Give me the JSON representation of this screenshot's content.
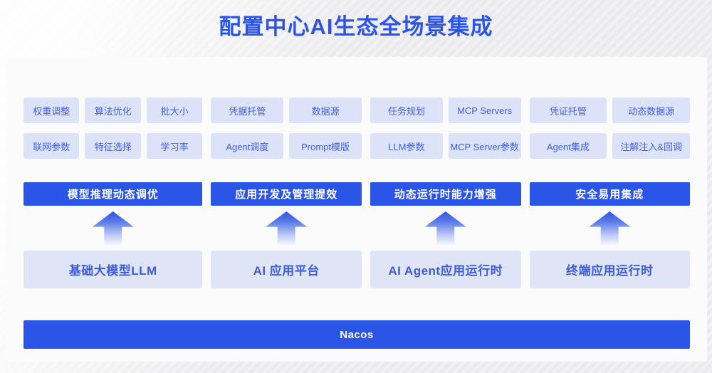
{
  "title": "配置中心AI生态全场景集成",
  "colors": {
    "accent_blue": "#2b55e6",
    "title_blue": "#2b54e8",
    "chip_bg": "#dce2f7",
    "chip_text": "#4160de",
    "base_box_bg": "#dfe4f6",
    "base_box_text": "#3c5dd8",
    "panel_bg": "#fbfbfc",
    "page_bg": "#ededee"
  },
  "columns": [
    {
      "chips": [
        "权重调整",
        "算法优化",
        "批大小",
        "联网参数",
        "特征选择",
        "学习率"
      ],
      "header": "模型推理动态调优",
      "base": "基础大模型LLM"
    },
    {
      "chips": [
        "凭据托管",
        "数据源",
        "Agent调度",
        "Prompt模版"
      ],
      "header": "应用开发及管理提效",
      "base": "AI 应用平台"
    },
    {
      "chips": [
        "任务规划",
        "MCP Servers",
        "LLM参数",
        "MCP Server参数"
      ],
      "header": "动态运行时能力增强",
      "base": "AI Agent应用运行时"
    },
    {
      "chips": [
        "凭证托管",
        "动态数据源",
        "Agent集成",
        "注解注入&回调"
      ],
      "header": "安全易用集成",
      "base": "终端应用运行时"
    }
  ],
  "footer": {
    "label": "Nacos"
  }
}
